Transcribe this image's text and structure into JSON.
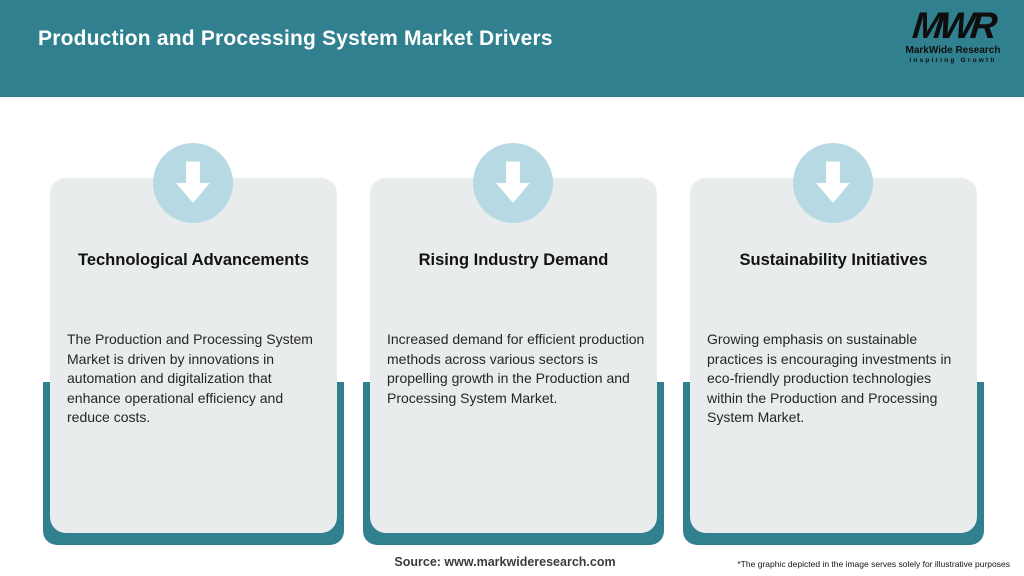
{
  "header": {
    "title": "Production and Processing System Market Drivers",
    "logo": {
      "mark": "MWR",
      "name": "MarkWide Research",
      "tagline": "Inspiring Growth"
    }
  },
  "cards": [
    {
      "icon": "down-arrow-icon",
      "title": "Technological Advancements",
      "body": "The Production and Processing System Market is driven by innovations in automation and digitalization that enhance operational efficiency and reduce costs."
    },
    {
      "icon": "down-arrow-icon",
      "title": "Rising Industry Demand",
      "body": "Increased demand for efficient production methods across various sectors is propelling growth in the Production and Processing System Market."
    },
    {
      "icon": "down-arrow-icon",
      "title": "Sustainability Initiatives",
      "body": "Growing emphasis on sustainable practices is encouraging investments in eco-friendly production technologies within the Production and Processing System Market."
    }
  ],
  "footer": {
    "source": "Source: www.markwideresearch.com",
    "disclaimer": "*The graphic depicted in the image serves solely for illustrative purposes"
  },
  "colors": {
    "teal": "#31808F",
    "card_bg": "#E9ECEC",
    "circle": "#B7D9E3",
    "arrow": "#FFFFFF"
  }
}
